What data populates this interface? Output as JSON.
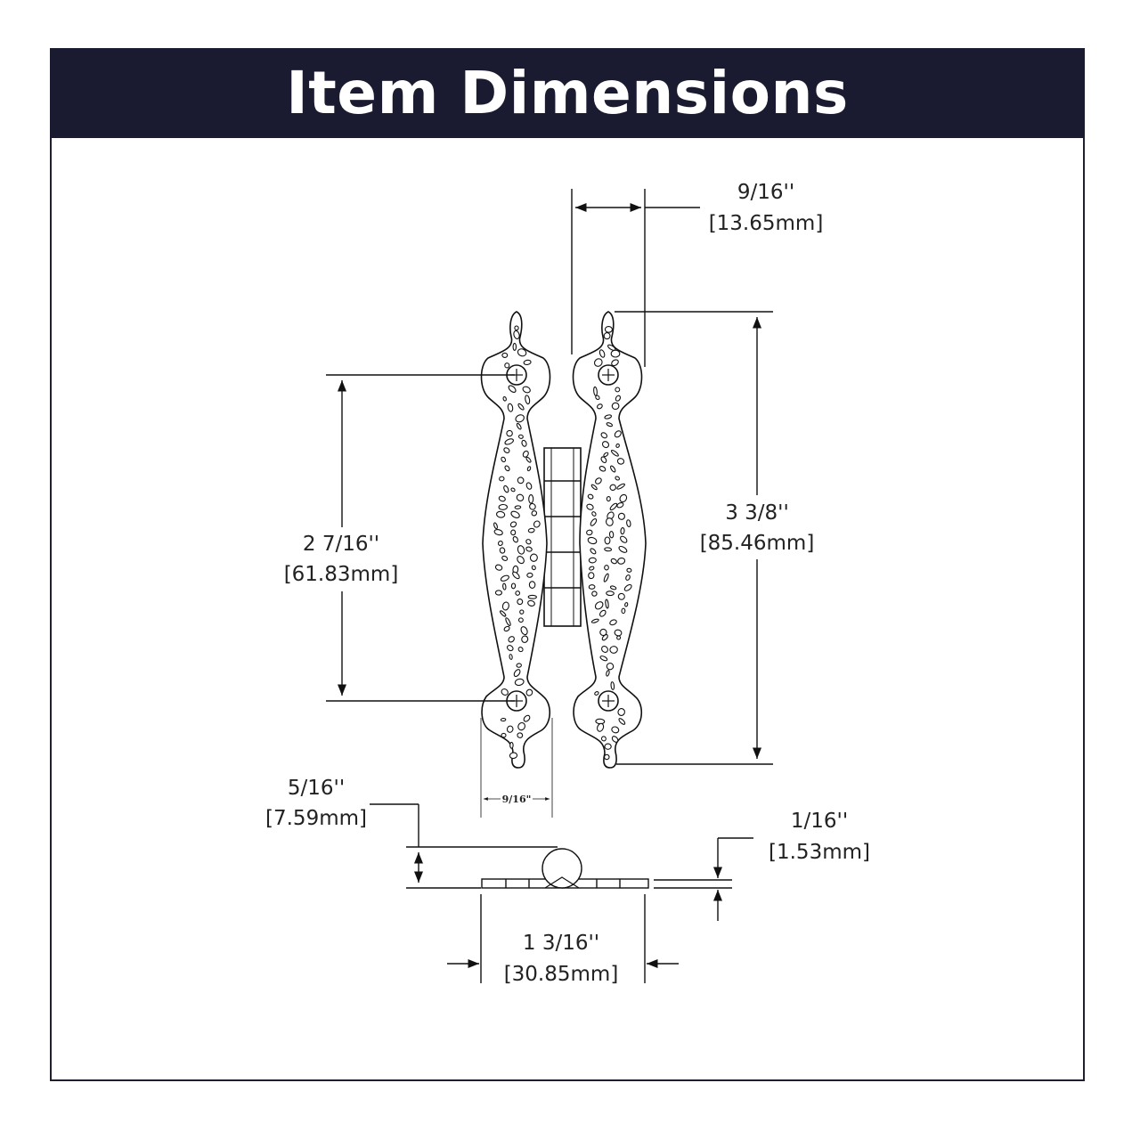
{
  "header": {
    "title": "Item Dimensions",
    "background_color": "#1a1b30",
    "text_color": "#ffffff"
  },
  "dimensions": {
    "leaf_width_top": {
      "imperial": "9/16''",
      "metric": "[13.65mm]"
    },
    "overall_height": {
      "imperial": "3 3/8''",
      "metric": "[85.46mm]"
    },
    "hole_spacing": {
      "imperial": "2 7/16''",
      "metric": "[61.83mm]"
    },
    "leaf_width_bottom": {
      "imperial": "9/16\""
    },
    "knuckle_diameter": {
      "imperial": "5/16''",
      "metric": "[7.59mm]"
    },
    "leaf_thickness": {
      "imperial": "1/16''",
      "metric": "[1.53mm]"
    },
    "open_width": {
      "imperial": "1 3/16''",
      "metric": "[30.85mm]"
    }
  }
}
